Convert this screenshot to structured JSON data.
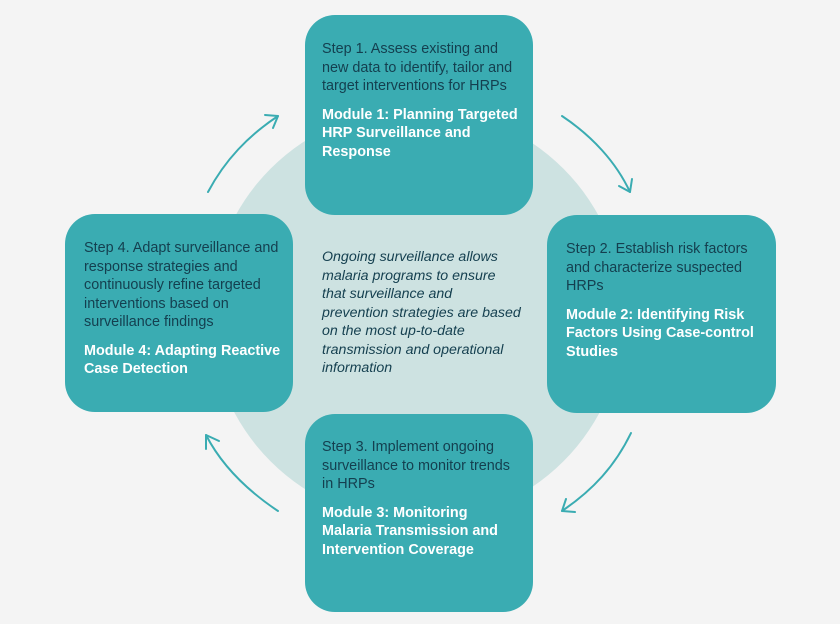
{
  "colors": {
    "card": "#3aacb2",
    "circle": "#cde2e1",
    "arrow": "#3aacb2",
    "dark_text": "#143f4f",
    "background": "#f4f4f4"
  },
  "center": {
    "text": "Ongoing surveillance allows malaria programs to ensure that surveillance and prevention strategies are based on the most up-to-date transmission and operational information"
  },
  "steps": [
    {
      "step": "Step 1. Assess existing and new data to identify, tailor and target interventions for HRPs",
      "module": "Module 1: Planning Targeted HRP Surveillance and Response"
    },
    {
      "step": "Step 2. Establish risk factors and characterize suspected HRPs",
      "module": "Module 2: Identifying Risk Factors Using Case-control Studies"
    },
    {
      "step": "Step 3. Implement ongoing surveillance to monitor trends in HRPs",
      "module": "Module 3: Monitoring Malaria Transmission and Intervention Coverage"
    },
    {
      "step": "Step 4. Adapt surveillance and response strategies and continuously refine targeted interventions based on surveillance findings",
      "module": "Module 4: Adapting Reactive Case Detection"
    }
  ]
}
